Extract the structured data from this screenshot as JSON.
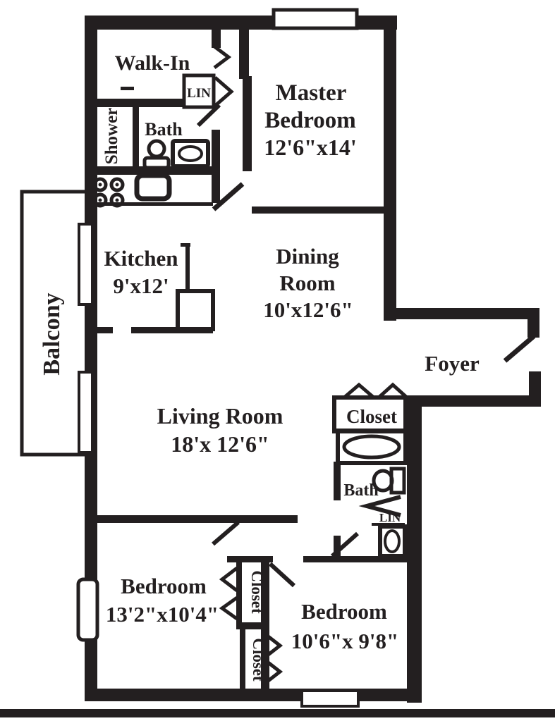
{
  "plan": {
    "type": "apartment-floor-plan",
    "colors": {
      "ink": "#231f20",
      "background": "#ffffff"
    },
    "fixtures": [
      "bathtub",
      "toilet",
      "sink",
      "stove-burners",
      "oven",
      "refrigerator",
      "bifold-door",
      "door-swing",
      "window",
      "sliding-door"
    ],
    "rooms": {
      "walk_in": {
        "label": "Walk-In"
      },
      "lin_upper": {
        "label": "LIN"
      },
      "shower": {
        "label": "Shower"
      },
      "bath_upper": {
        "label": "Bath"
      },
      "master_bedroom": {
        "line1": "Master",
        "line2": "Bedroom",
        "dims": "12'6\"x14'"
      },
      "kitchen": {
        "label": "Kitchen",
        "dims": "9'x12'"
      },
      "dining_room": {
        "line1": "Dining",
        "line2": "Room",
        "dims": "10'x12'6\""
      },
      "balcony": {
        "label": "Balcony"
      },
      "foyer": {
        "label": "Foyer"
      },
      "living_room": {
        "label": "Living Room",
        "dims": "18'x 12'6\""
      },
      "closet_foyer": {
        "label": "Closet"
      },
      "bath_lower": {
        "label": "Bath"
      },
      "lin_lower": {
        "label": "LIN"
      },
      "bedroom_left": {
        "label": "Bedroom",
        "dims": "13'2\"x10'4\""
      },
      "bedroom_right": {
        "label": "Bedroom",
        "dims": "10'6\"x 9'8\""
      },
      "closet_upper": {
        "label": "Closet"
      },
      "closet_lower": {
        "label": "Closet"
      }
    }
  }
}
